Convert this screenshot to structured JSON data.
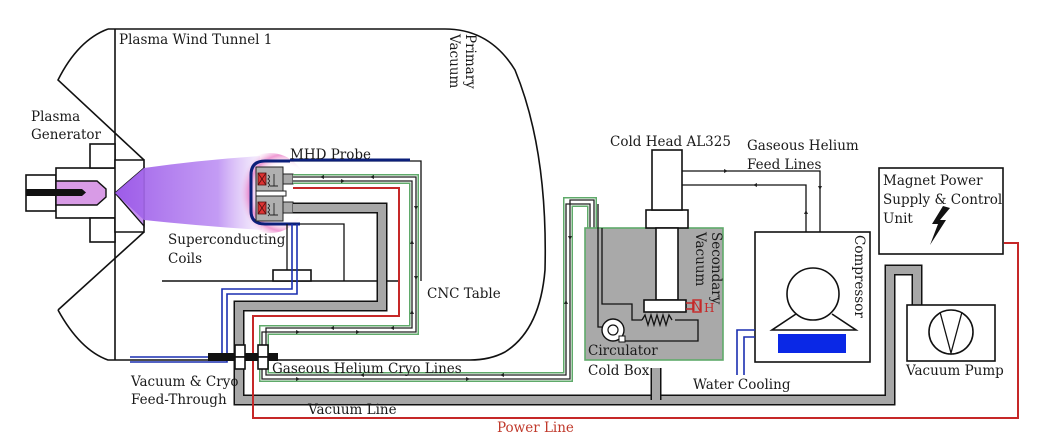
{
  "diagram": {
    "title": "Plasma wind tunnel MHD probe cryogenic system schematic",
    "labels": {
      "tunnel": "Plasma Wind Tunnel 1",
      "primary_vacuum_1": "Primary",
      "primary_vacuum_2": "Vacuum",
      "plasma_gen_1": "Plasma",
      "plasma_gen_2": "Generator",
      "mhd_probe": "MHD Probe",
      "sc_coils_1": "Superconducting",
      "sc_coils_2": "Coils",
      "cnc_table": "CNC Table",
      "feedthrough_1": "Vacuum & Cryo",
      "feedthrough_2": "Feed-Through",
      "cryo_lines": "Gaseous Helium Cryo Lines",
      "vacuum_line": "Vacuum Line",
      "power_line": "Power Line",
      "cold_head": "Cold Head AL325",
      "gas_feed_1": "Gaseous Helium",
      "gas_feed_2": "Feed Lines",
      "secondary_1": "Secondary",
      "secondary_2": "Vacuum",
      "circulator": "Circulator",
      "cold_box": "Cold Box",
      "heater": "H",
      "compressor": "Compressor",
      "water_cooling": "Water Cooling",
      "magnet_psu_1": "Magnet Power",
      "magnet_psu_2": "Supply & Control",
      "magnet_psu_3": "Unit",
      "vacuum_pump": "Vacuum Pump"
    },
    "colors": {
      "plasma": "#b57cf0",
      "power_line": "#c62828",
      "cryo_line": "#5faa6a",
      "vacuum_line": "#a7a7a7",
      "water_line": "#1a2fb0",
      "cold_box_fill": "#a9a9a9",
      "compressor_block": "#0a28e6"
    }
  }
}
